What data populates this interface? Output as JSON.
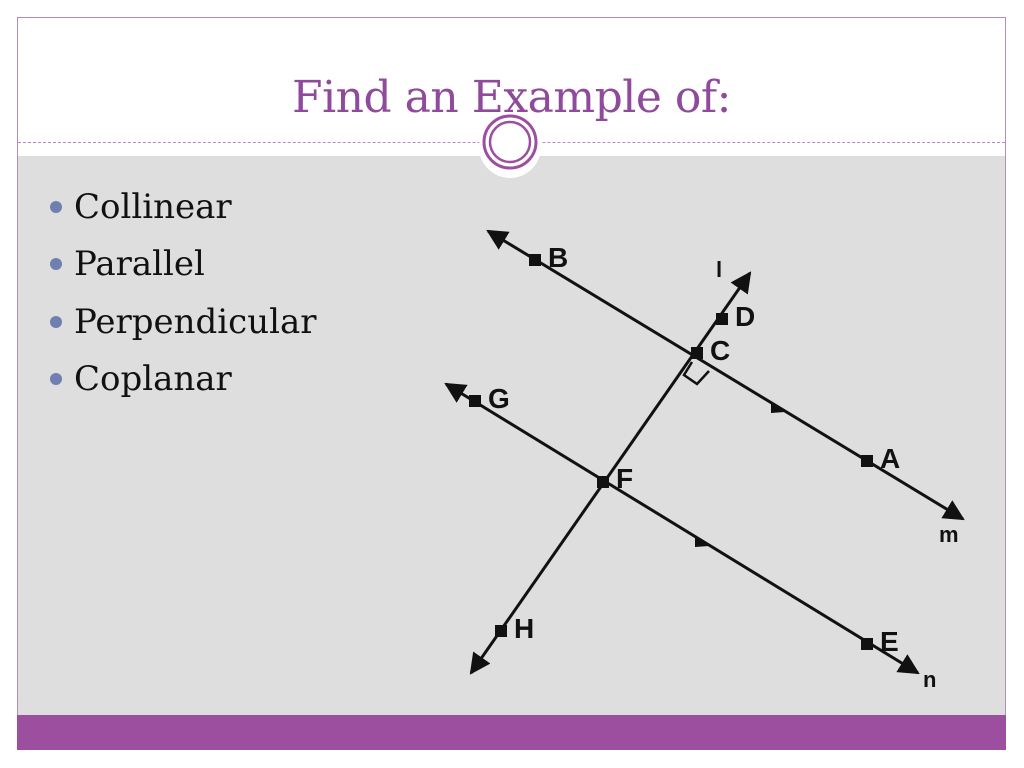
{
  "slide": {
    "title": "Find an Example of:",
    "accent_color": "#9c4f9f",
    "bullets": [
      "Collinear",
      "Parallel",
      "Perpendicular",
      "Coplanar"
    ]
  },
  "diagram": {
    "points": {
      "B": "B",
      "C": "C",
      "D": "D",
      "A": "A",
      "G": "G",
      "F": "F",
      "H": "H",
      "E": "E"
    },
    "lines": {
      "l": "l",
      "m": "m",
      "n": "n"
    }
  }
}
